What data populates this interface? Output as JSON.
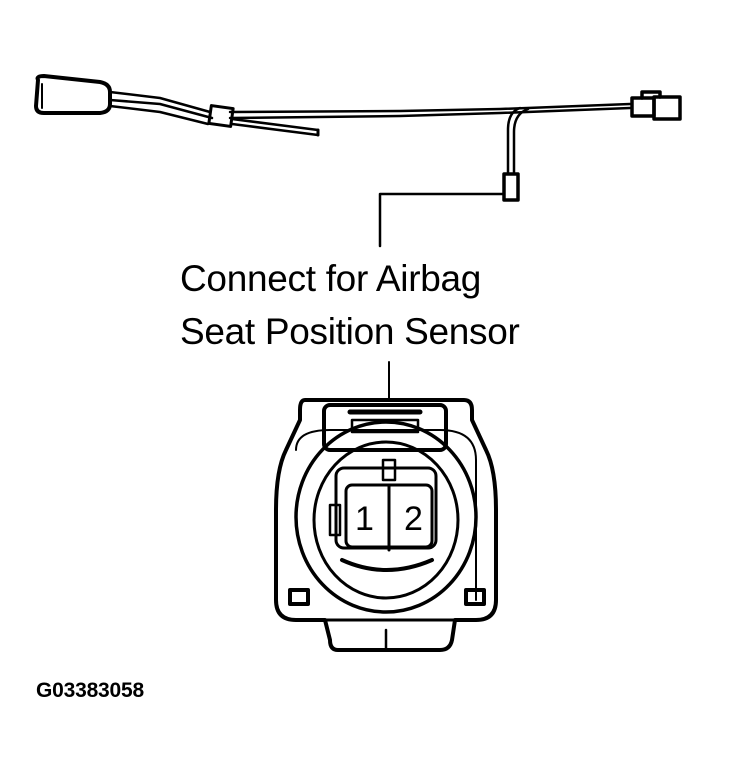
{
  "diagram": {
    "title_line1": "Connect for Airbag",
    "title_line2": "Seat Position Sensor",
    "figure_code": "G03383058",
    "connector": {
      "pins": [
        {
          "number": "1"
        },
        {
          "number": "2"
        }
      ]
    },
    "components": [
      {
        "name": "seat belt buckle"
      },
      {
        "name": "wire harness"
      },
      {
        "name": "branch connector"
      },
      {
        "name": "main harness connector"
      },
      {
        "name": "connector face view"
      }
    ],
    "colors": {
      "ink": "#000000",
      "background": "#ffffff"
    }
  }
}
